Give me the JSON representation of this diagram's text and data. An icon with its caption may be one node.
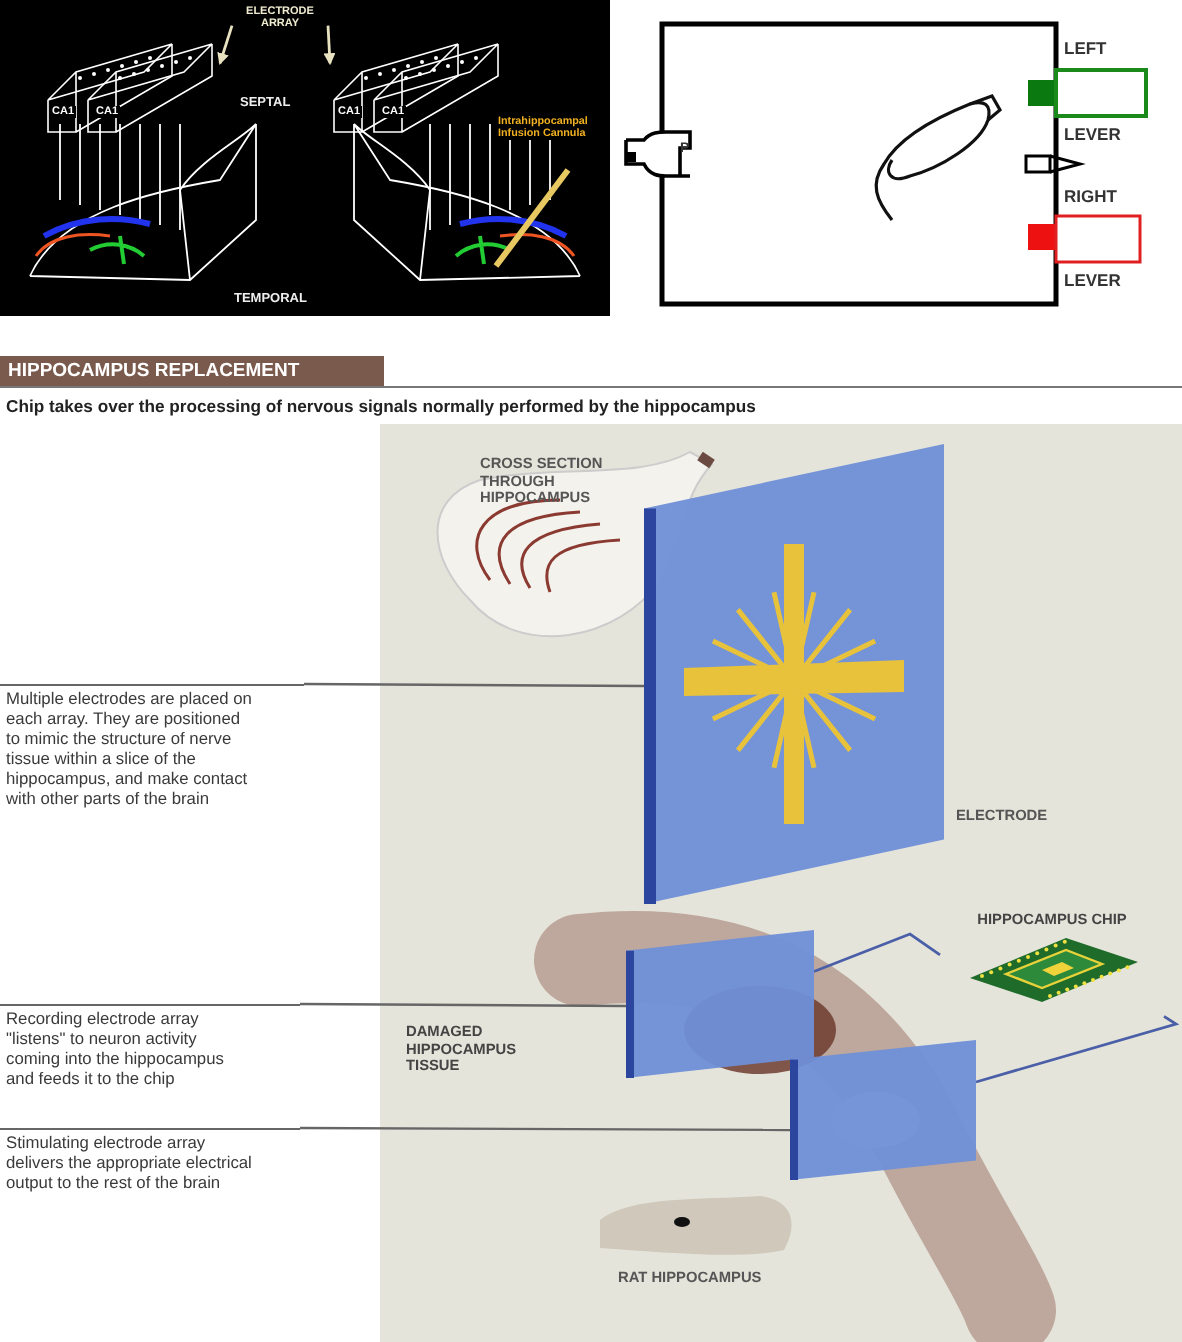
{
  "diagram": {
    "title": "HIPPOCAMPUS REPLACEMENT",
    "nodes": [
      {
        "text": [
          "ELECTRODE ARRAY"
        ]
      },
      {
        "text": [
          "CA1",
          "CA1"
        ]
      },
      {
        "text": [
          "CA1",
          "CA1"
        ]
      },
      {
        "text": [
          "Multiple electrodes are placed on each array. They are positioned to mimic the structure of nerve tissue within a slice of the hippocampus, and make contact with other parts of the brain"
        ]
      },
      {
        "text": [],
        "shape": "box",
        "beside": [
          "ELECTRODE"
        ]
      },
      {
        "text": [
          "Recording electrode array \"listens\" to neuron activity coming into the hippocampus and feeds it to the chip"
        ]
      },
      {
        "text": [],
        "shape": "box"
      },
      {
        "text": [
          "Stimulating electrode array delivers the appropriate electrical output to the rest of the brain"
        ]
      },
      {
        "text": [],
        "shape": "box"
      },
      {
        "text": [
          "HIPPOCAMPUS CHIP"
        ]
      }
    ],
    "edges": [
      {
        "from": 0,
        "to": 1,
        "arrow": "to",
        "color": "#e8e2c0"
      },
      {
        "from": 0,
        "to": 2,
        "arrow": "to",
        "color": "#e8e2c0"
      },
      {
        "from": 3,
        "to": 4,
        "arrow": "none"
      },
      {
        "from": 5,
        "to": 6,
        "arrow": "none"
      },
      {
        "from": 7,
        "to": 8,
        "arrow": "none"
      },
      {
        "from": 6,
        "to": 9,
        "arrow": "none",
        "color": "#4a5fa8"
      },
      {
        "from": 8,
        "to": 9,
        "arrow": "none",
        "color": "#4a5fa8"
      }
    ],
    "labels": [
      "SEPTAL",
      "Intrahippocampal Infusion Cannula",
      "TEMPORAL",
      "LEFT",
      "P",
      "LEVER",
      "RIGHT",
      "LEVER",
      "Chip takes over the processing of nervous signals normally performed by the hippocampus",
      "CROSS SECTION THROUGH HIPPOCAMPUS",
      "DAMAGED HIPPOCAMPUS TISSUE",
      "RAT HIPPOCAMPUS"
    ]
  }
}
